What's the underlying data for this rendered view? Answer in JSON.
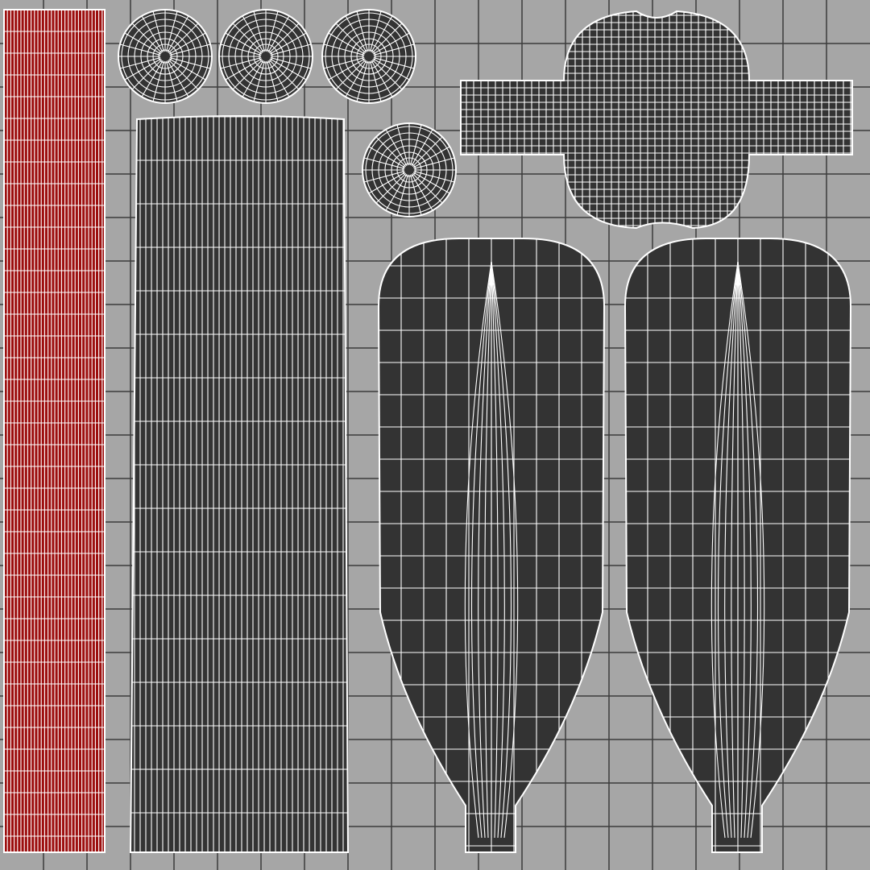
{
  "colors": {
    "background": "#a6a6a6",
    "grid": "#3c3c3c",
    "island_fill": "#333333",
    "selected_fill": "#9c0e0e",
    "wire": "#ffffff"
  },
  "grid": {
    "divisions": 20
  },
  "islands": [
    {
      "name": "selected-strip",
      "selected": true
    },
    {
      "name": "cap-disc-1",
      "selected": false
    },
    {
      "name": "cap-disc-2",
      "selected": false
    },
    {
      "name": "cap-disc-3",
      "selected": false
    },
    {
      "name": "cap-disc-4",
      "selected": false
    },
    {
      "name": "tall-panel",
      "selected": false
    },
    {
      "name": "top-right-band",
      "selected": false
    },
    {
      "name": "bottle-left",
      "selected": false
    },
    {
      "name": "bottle-right",
      "selected": false
    }
  ]
}
